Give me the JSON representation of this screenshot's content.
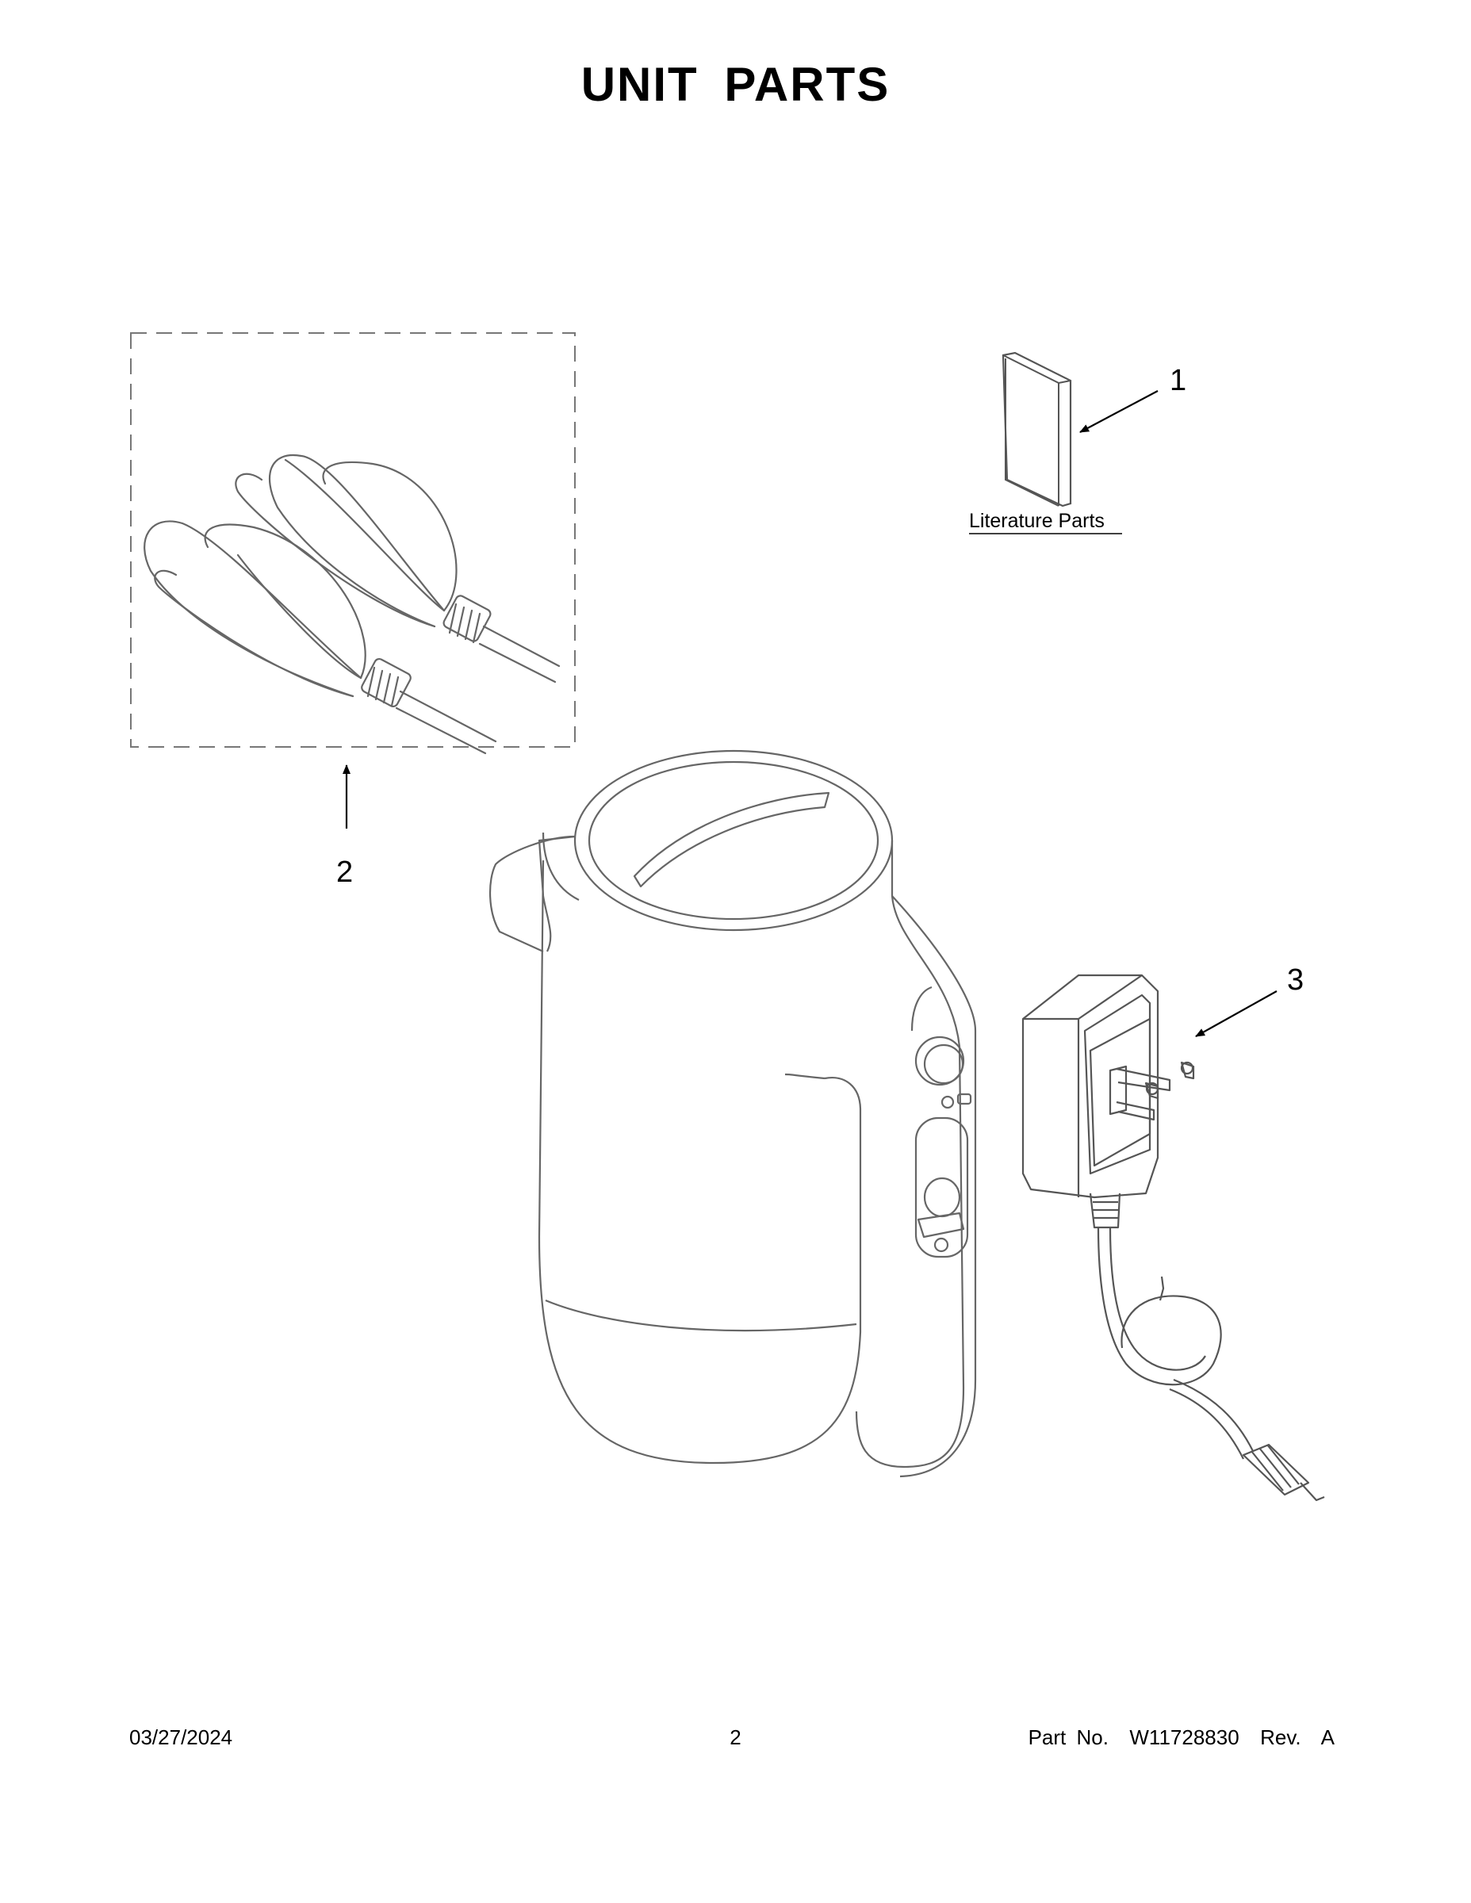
{
  "page": {
    "title": "UNIT  PARTS"
  },
  "callouts": [
    {
      "number": "1",
      "part": "Literature Parts"
    },
    {
      "number": "2"
    },
    {
      "number": "3"
    }
  ],
  "literature": {
    "label": "Literature Parts"
  },
  "footer": {
    "date": "03/27/2024",
    "page_number": "2",
    "part_number": "Part No.  W11728830  Rev.  A"
  },
  "colors": {
    "line": "#6e6e6e",
    "ink": "#000000"
  }
}
